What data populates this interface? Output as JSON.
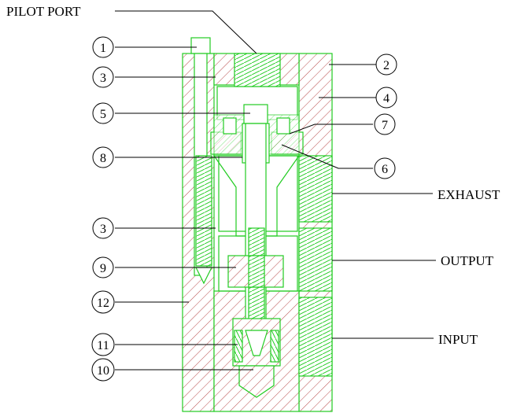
{
  "diagram": {
    "labels": {
      "pilot_port": "PILOT PORT",
      "exhaust": "EXHAUST",
      "output": "OUTPUT",
      "input": "INPUT"
    },
    "callouts": [
      "1",
      "2",
      "3",
      "4",
      "5",
      "6",
      "7",
      "8",
      "3",
      "9",
      "12",
      "11",
      "10"
    ],
    "colors": {
      "outline": "#22cc22",
      "hatch": "#b84a4a",
      "leader": "#000000"
    }
  }
}
